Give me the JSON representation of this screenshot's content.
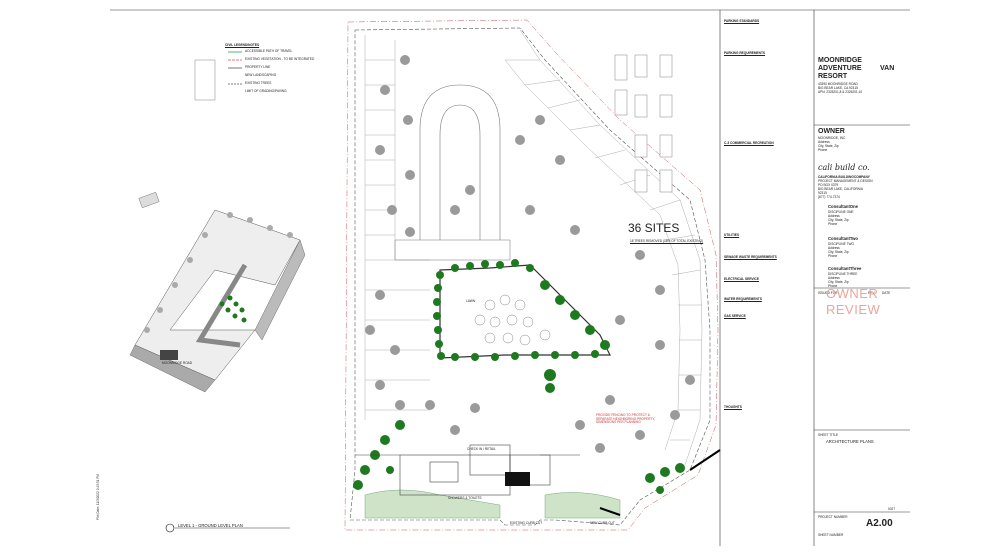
{
  "project": {
    "name_line1": "MOONRIDGE",
    "name_line2": "ADVENTURE",
    "name_line3": "VAN",
    "name_line4": "RESORT",
    "address_line1": "43390 MOONRIDGE ROAD",
    "address_line2": "BIG BEAR LAKE, CA 92315",
    "apn": "APN: 2325201,8 & 2325201,10"
  },
  "owner": {
    "heading": "OWNER",
    "name": "MOONRIDGE, INC",
    "address": "Address",
    "city": "City, State, Zip",
    "phone": "Phone"
  },
  "firm": {
    "logo": "cali build co.",
    "name": "CALIFORNIA BUILDINGCOMPANY",
    "line1": "PROJECT MANAGEMENT & DESIGN",
    "line2": "PO BOX 0379",
    "line3": "BIG BEAR LAKE, CALIFORNIA",
    "line4": "92315",
    "line5": "(877) 774-7374"
  },
  "consultants": [
    {
      "name": "ConsultantOne",
      "discipline": "DISCIPLINE ONE",
      "address": "Address",
      "city": "City, State, Zip",
      "phone": "Phone"
    },
    {
      "name": "ConsultantTwo",
      "discipline": "DISCIPLINE TWO",
      "address": "Address",
      "city": "City, State, Zip",
      "phone": "Phone"
    },
    {
      "name": "ConsultantThree",
      "discipline": "DISCIPLINE THREE",
      "address": "Address",
      "city": "City, State, Zip",
      "phone": "Phone"
    }
  ],
  "issue": {
    "issued_for": "ISSUED FOR",
    "rev": "REV.",
    "date": "DATE"
  },
  "stamp": {
    "line1": "OWNER",
    "line2": "REVIEW",
    "color": "#e8a79c"
  },
  "sheet": {
    "title_label": "SHEET TITLE",
    "title": "ARCHITECTURE PLANS",
    "project_number_label": "PROJECT NUMBER",
    "project_number": "0027",
    "sheet_number_label": "SHEET NUMBER",
    "sheet_number": "A2.00"
  },
  "plan": {
    "sites_label": "36 SITES",
    "sites_sub": "18 TREES REMOVED (18% OF TOTAL EXISTING)",
    "plan_title": "LEVEL 1 - GROUND LEVEL PLAN",
    "road_label": "MOONRIDGE ROAD",
    "lawn_label": "LAWN",
    "check_in_label": "CHECK IN / RETAIL",
    "showers_label": "SHOWERS & TOILETS",
    "existing_curb": "EXISTING CURB CUT",
    "new_curb": "NEW CURB CUT",
    "red_note": "PROVIDE FENCING TO PROTECT & SEPARATE NEIGHBORING PROPERTY, DIMENSIONS PER PLANNING"
  },
  "legend": {
    "title": "CIVIL LEGEND/NOTES",
    "items": [
      "ACCESSIBLE PATH OF TRAVEL",
      "EXISTING VEGETATION - TO BE INTEGRATED",
      "PROPERTY LINE",
      "NEW LANDSCAPING",
      "EXISTING TREES",
      "LIMIT OF GRADING/PAVING"
    ]
  },
  "notes": {
    "parking_standards": "PARKING STANDARDS",
    "parking_requirements": "PARKING REQUIREMENTS",
    "commercial_rec": "C-3 COMMERCIAL RECREATION",
    "utilities": "UTILITIES",
    "sewage": "SEWAGE WASTE REQUIREMENTS",
    "electrical": "ELECTRICAL SERVICE",
    "water": "WATER REQUIREMENTS",
    "gas": "GAS SERVICE",
    "thoughts": "THOUGHTS"
  },
  "plot_date": "11/3/2022 2:43:31 PM",
  "plot_label": "Plot Date:",
  "accent_green": "#1e7a1e",
  "lawn_color": "#cfe3c9"
}
